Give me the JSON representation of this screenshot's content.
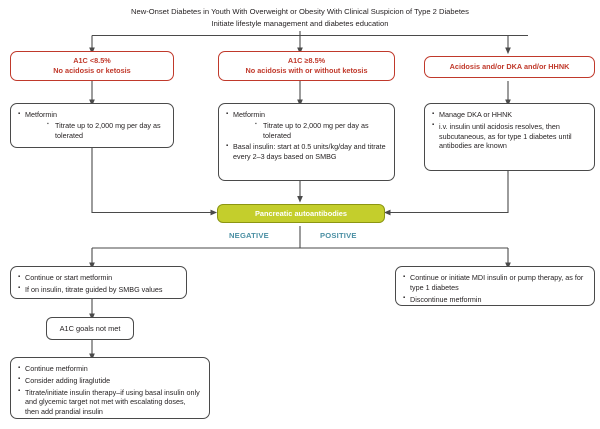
{
  "title": {
    "line1": "New-Onset Diabetes in Youth With Overweight or Obesity With Clinical Suspicion of Type 2 Diabetes",
    "line2": "Initiate lifestyle management and diabetes education"
  },
  "colors": {
    "red_stroke": "#c0392b",
    "gray_stroke": "#4a4a4a",
    "olive_fill": "#c4ce2c",
    "olive_stroke": "#8c9612",
    "branch_label": "#4a8fa3",
    "text": "#231f20"
  },
  "criteria": {
    "left": {
      "line1": "A1C <8.5%",
      "line2": "No acidosis or ketosis"
    },
    "middle": {
      "line1": "A1C ≥8.5%",
      "line2": "No acidosis with or without ketosis"
    },
    "right": {
      "line1": "Acidosis and/or DKA and/or HHNK"
    }
  },
  "treatment": {
    "left": {
      "items": [
        {
          "text": "Metformin",
          "sub": [
            "Titrate up to 2,000 mg per day as tolerated"
          ]
        }
      ]
    },
    "middle": {
      "items": [
        {
          "text": "Metformin",
          "sub": [
            "Titrate up to 2,000 mg per day as tolerated"
          ]
        },
        {
          "text": "Basal insulin: start at 0.5 units/kg/day and titrate every 2–3 days based on SMBG",
          "sub": []
        }
      ]
    },
    "right": {
      "items": [
        {
          "text": "Manage DKA or HHNK",
          "sub": []
        },
        {
          "text": "i.v. insulin until acidosis resolves, then subcutaneous, as for type 1 diabetes until antibodies are known",
          "sub": []
        }
      ]
    }
  },
  "test": {
    "label": "Pancreatic autoantibodies"
  },
  "branches": {
    "negative": "NEGATIVE",
    "positive": "POSITIVE"
  },
  "outcome": {
    "negative": {
      "items": [
        {
          "text": "Continue or start metformin",
          "sub": []
        },
        {
          "text": "If on insulin, titrate guided by SMBG values",
          "sub": []
        }
      ]
    },
    "positive": {
      "items": [
        {
          "text": "Continue or initiate MDI insulin or pump therapy, as for type 1 diabetes",
          "sub": []
        },
        {
          "text": "Discontinue metformin",
          "sub": []
        }
      ]
    }
  },
  "goals_not_met": {
    "label": "A1C goals not met"
  },
  "escalation": {
    "items": [
      {
        "text": "Continue metformin",
        "sub": []
      },
      {
        "text": "Consider adding liraglutide",
        "sub": []
      },
      {
        "text": "Titrate/initiate insulin therapy–if using basal insulin only and glycemic target not met with escalating doses, then add prandial insulin",
        "sub": []
      }
    ]
  }
}
